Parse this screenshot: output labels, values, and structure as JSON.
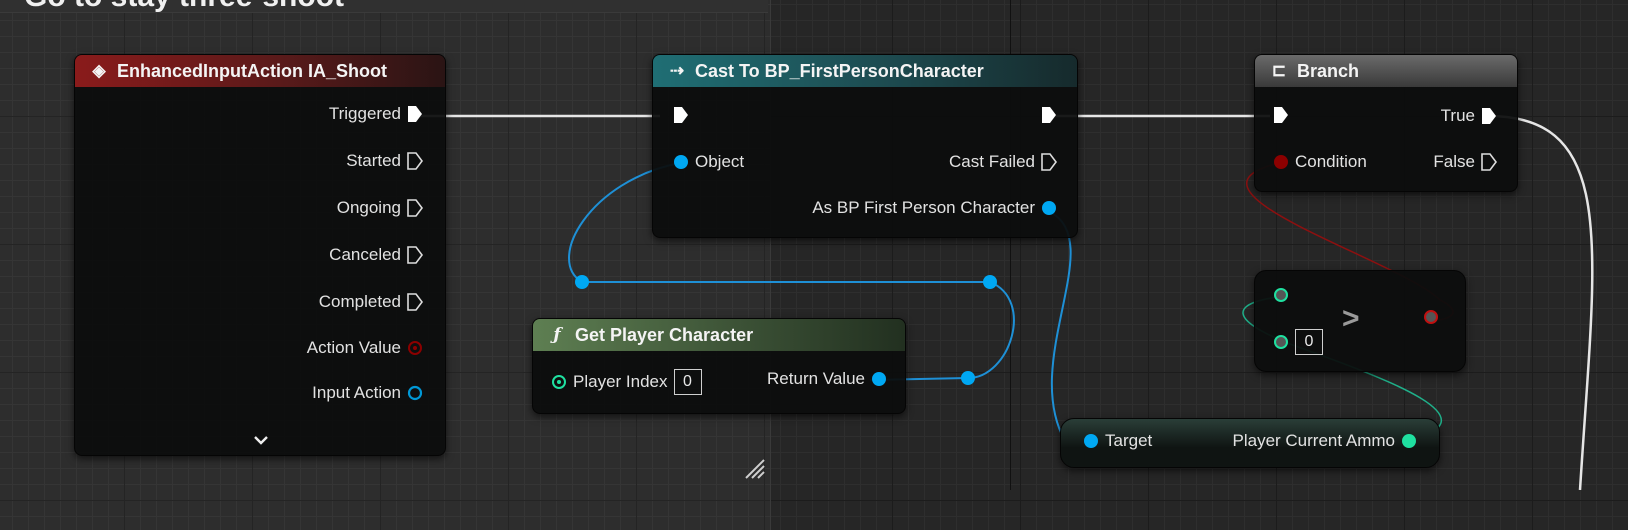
{
  "comment": {
    "title": "Go to stay three-shoot"
  },
  "nodes": {
    "enhanced_input": {
      "title": "EnhancedInputAction IA_Shoot",
      "pins": {
        "triggered": "Triggered",
        "started": "Started",
        "ongoing": "Ongoing",
        "canceled": "Canceled",
        "completed": "Completed",
        "action_value": "Action Value",
        "input_action": "Input Action"
      }
    },
    "cast": {
      "title": "Cast To BP_FirstPersonCharacter",
      "pins": {
        "object": "Object",
        "cast_failed": "Cast Failed",
        "as_bp": "As BP First Person Character"
      }
    },
    "branch": {
      "title": "Branch",
      "pins": {
        "true": "True",
        "false": "False",
        "condition": "Condition"
      }
    },
    "get_player_character": {
      "title": "Get Player Character",
      "pins": {
        "player_index": "Player Index",
        "player_index_value": "0",
        "return_value": "Return Value"
      }
    },
    "greater": {
      "b_value": "0",
      "operator": ">"
    },
    "ammo_getter": {
      "pins": {
        "target": "Target",
        "player_current_ammo": "Player Current Ammo"
      }
    }
  },
  "colors": {
    "exec_wire": "#e6e6e6",
    "object_pin": "#00a8f3",
    "bool_pin": "#8c0000",
    "int_pin": "#1fe0a0",
    "struct_pin": "#0098d6"
  }
}
